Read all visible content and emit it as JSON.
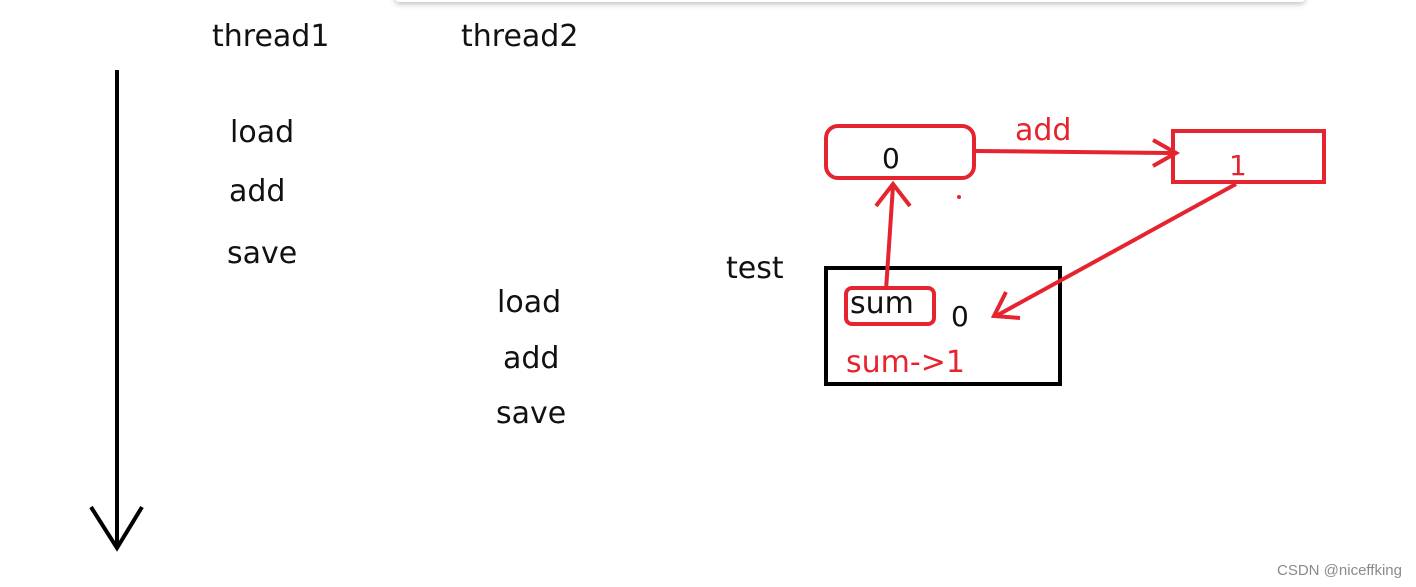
{
  "threads": {
    "thread1": {
      "title": "thread1",
      "steps": [
        "load",
        "add",
        "save"
      ]
    },
    "thread2": {
      "title": "thread2",
      "steps": [
        "load",
        "add",
        "save"
      ]
    }
  },
  "memory": {
    "object_label": "test",
    "field_name": "sum",
    "field_value": "0",
    "field_update": "sum->1"
  },
  "register": {
    "loaded_value": "0",
    "operation": "add",
    "result_value": "1"
  },
  "watermark": "CSDN @niceffking",
  "colors": {
    "ink": "#111111",
    "accent": "#e5242f"
  }
}
